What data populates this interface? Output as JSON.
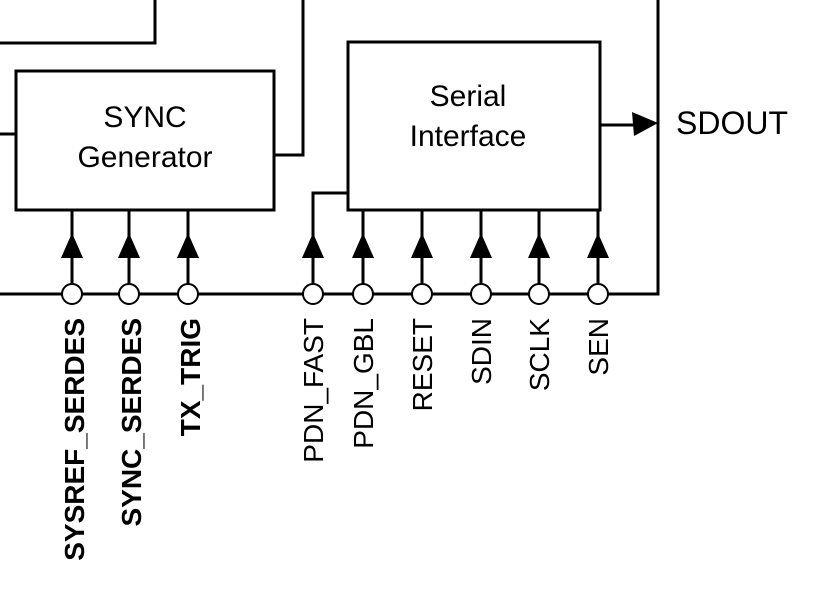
{
  "blocks": {
    "sync_generator": {
      "line1": "SYNC",
      "line2": "Generator"
    },
    "serial_interface": {
      "line1": "Serial",
      "line2": "Interface"
    }
  },
  "output": {
    "label": "SDOUT"
  },
  "pins": {
    "sysref_serdes": "SYSREF_SERDES",
    "sync_serdes": "SYNC_SERDES",
    "tx_trig": "TX_TRIG",
    "pdn_fast": "PDN_FAST",
    "pdn_gbl": "PDN_GBL",
    "reset": "RESET",
    "sdin": "SDIN",
    "sclk": "SCLK",
    "sen": "SEN"
  }
}
